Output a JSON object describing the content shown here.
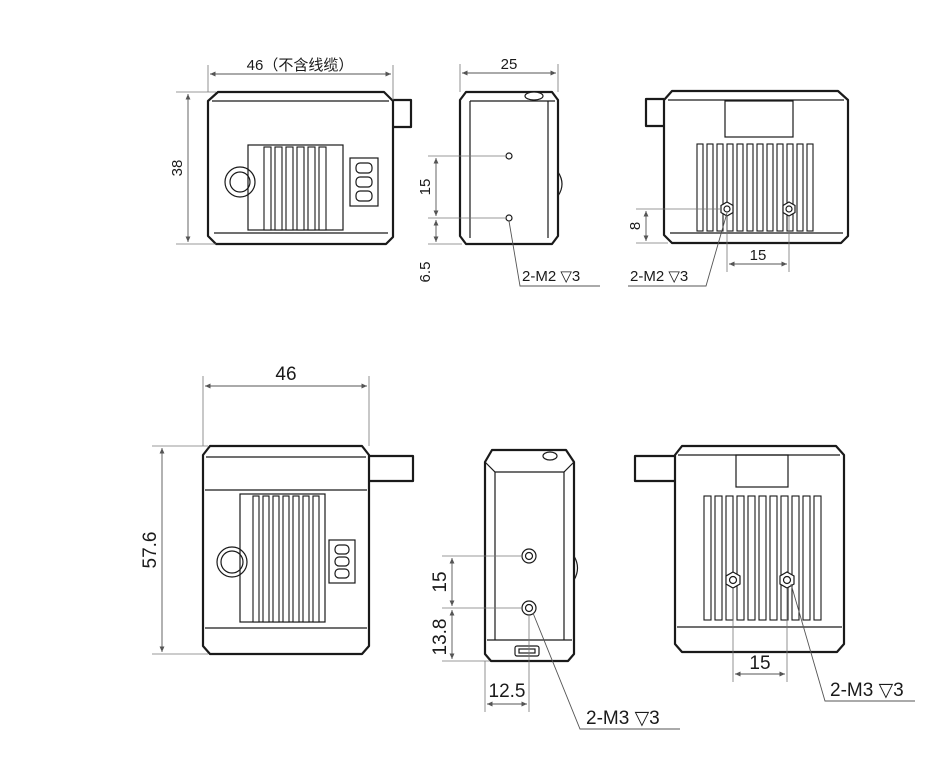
{
  "top_views": {
    "front": {
      "width_label": "46（不含线缆）",
      "height_label": "38"
    },
    "side": {
      "width_label": "25",
      "spacing_label": "15",
      "offset_label": "6.5",
      "callout": "2-M2 ▽3"
    },
    "back": {
      "height_label": "8",
      "spacing_label": "15",
      "callout": "2-M2 ▽3"
    }
  },
  "bottom_views": {
    "front": {
      "width_label": "46",
      "height_label": "57.6"
    },
    "side": {
      "spacing_label": "15",
      "offset_label": "13.8",
      "width_label": "12.5",
      "callout": "2-M3 ▽3"
    },
    "back": {
      "spacing_label": "15",
      "callout": "2-M3 ▽3"
    }
  }
}
